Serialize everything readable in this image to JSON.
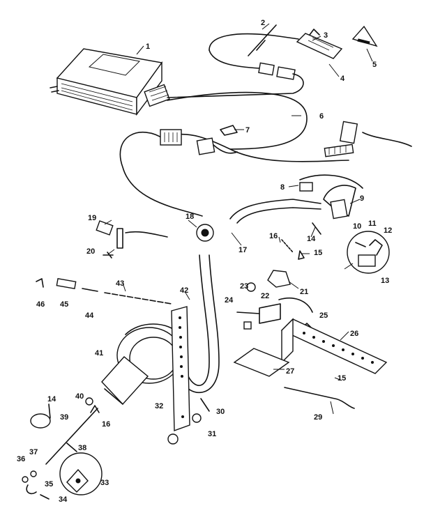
{
  "diagram": {
    "callouts": [
      {
        "id": "c1",
        "label": "1"
      },
      {
        "id": "c2",
        "label": "2"
      },
      {
        "id": "c3",
        "label": "3"
      },
      {
        "id": "c4",
        "label": "4"
      },
      {
        "id": "c5",
        "label": "5"
      },
      {
        "id": "c6",
        "label": "6"
      },
      {
        "id": "c7",
        "label": "7"
      },
      {
        "id": "c8",
        "label": "8"
      },
      {
        "id": "c9",
        "label": "9"
      },
      {
        "id": "c10",
        "label": "10"
      },
      {
        "id": "c11",
        "label": "11"
      },
      {
        "id": "c12",
        "label": "12"
      },
      {
        "id": "c13",
        "label": "13"
      },
      {
        "id": "c14a",
        "label": "14"
      },
      {
        "id": "c14b",
        "label": "14"
      },
      {
        "id": "c15a",
        "label": "15"
      },
      {
        "id": "c15b",
        "label": "15"
      },
      {
        "id": "c16a",
        "label": "16"
      },
      {
        "id": "c16b",
        "label": "16"
      },
      {
        "id": "c17",
        "label": "17"
      },
      {
        "id": "c18",
        "label": "18"
      },
      {
        "id": "c19",
        "label": "19"
      },
      {
        "id": "c20",
        "label": "20"
      },
      {
        "id": "c21",
        "label": "21"
      },
      {
        "id": "c22",
        "label": "22"
      },
      {
        "id": "c23",
        "label": "23"
      },
      {
        "id": "c24",
        "label": "24"
      },
      {
        "id": "c25",
        "label": "25"
      },
      {
        "id": "c26",
        "label": "26"
      },
      {
        "id": "c27",
        "label": "27"
      },
      {
        "id": "c29",
        "label": "29"
      },
      {
        "id": "c30",
        "label": "30"
      },
      {
        "id": "c31",
        "label": "31"
      },
      {
        "id": "c32",
        "label": "32"
      },
      {
        "id": "c33",
        "label": "33"
      },
      {
        "id": "c34",
        "label": "34"
      },
      {
        "id": "c35",
        "label": "35"
      },
      {
        "id": "c36",
        "label": "36"
      },
      {
        "id": "c37",
        "label": "37"
      },
      {
        "id": "c38",
        "label": "38"
      },
      {
        "id": "c39",
        "label": "39"
      },
      {
        "id": "c40",
        "label": "40"
      },
      {
        "id": "c41",
        "label": "41"
      },
      {
        "id": "c42",
        "label": "42"
      },
      {
        "id": "c43",
        "label": "43"
      },
      {
        "id": "c44",
        "label": "44"
      },
      {
        "id": "c45",
        "label": "45"
      },
      {
        "id": "c46",
        "label": "46"
      }
    ]
  }
}
